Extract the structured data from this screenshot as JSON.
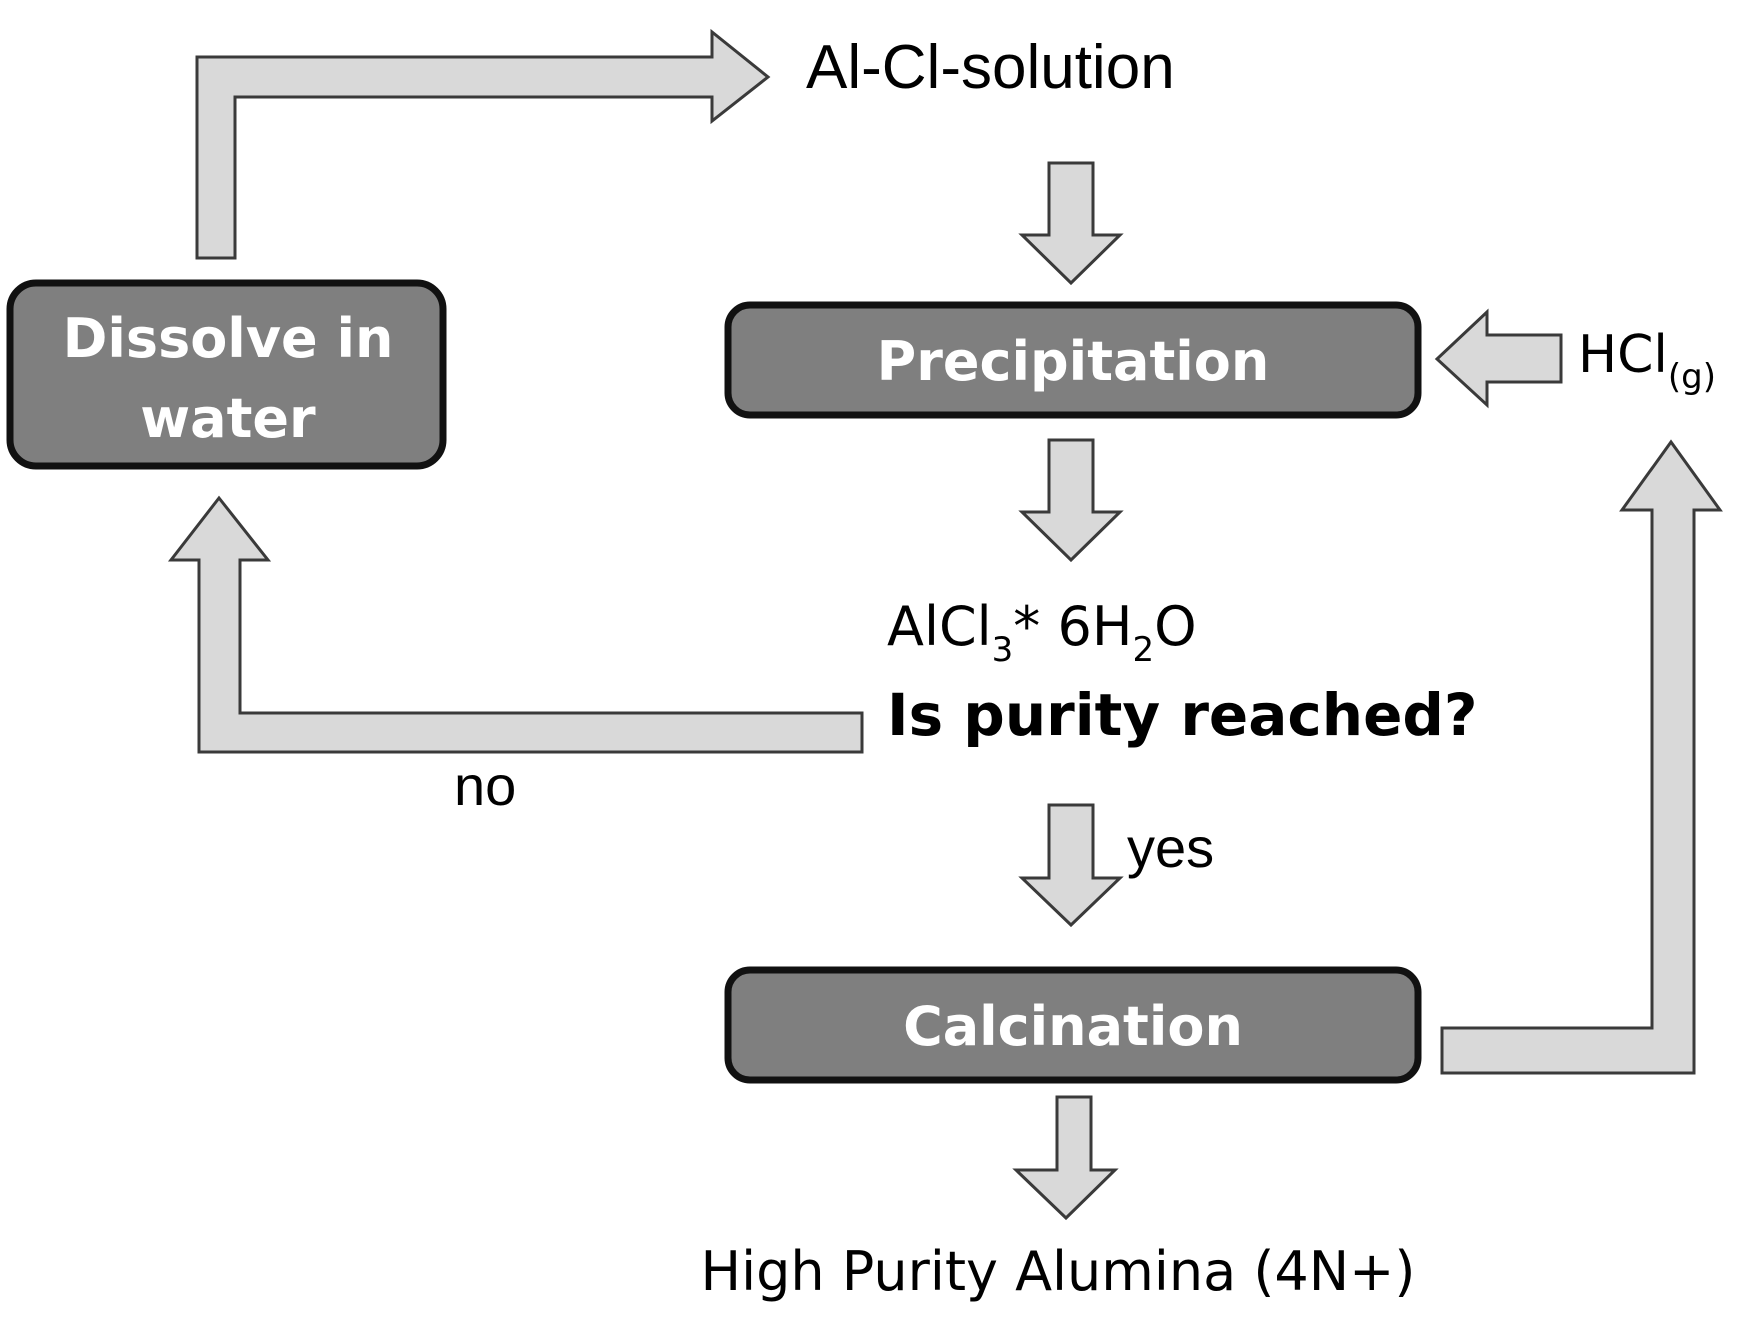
{
  "nodes": {
    "dissolve_line1": "Dissolve in",
    "dissolve_line2": "water",
    "precipitation": "Precipitation",
    "calcination": "Calcination"
  },
  "labels": {
    "al_cl_solution": "Al-Cl-solution",
    "hcl_main": "HCl",
    "hcl_sub": "(g)",
    "alcl3_a": "AlCl",
    "alcl3_sub3": "3",
    "alcl3_b": "* 6H",
    "alcl3_sub2": "2",
    "alcl3_c": "O",
    "question": "Is purity reached?",
    "no": "no",
    "yes": "yes",
    "product": "High Purity Alumina (4N+)"
  }
}
